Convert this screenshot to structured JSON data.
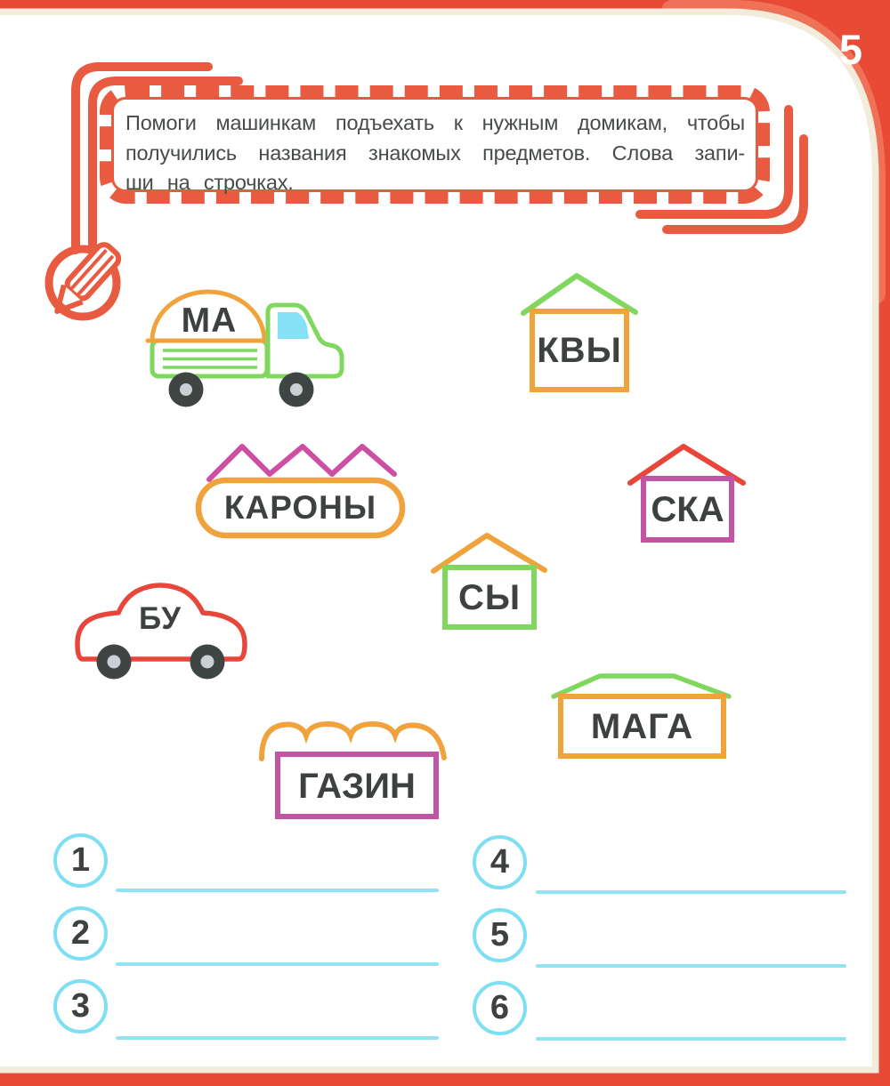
{
  "page_number": "5",
  "instruction": {
    "line1": "Помоги машинкам подъехать к нужным домикам, чтобы",
    "line2": "получились названия знакомых предметов. Слова запи-",
    "line3": "ши на строчках."
  },
  "pieces": {
    "truck": "МА",
    "car": "БУ",
    "house_kvy": "КВЫ",
    "crown_karony": "КАРОНЫ",
    "house_ska": "СКА",
    "house_sy": "СЫ",
    "house_maga": "МАГА",
    "shop_gazin": "ГАЗИН"
  },
  "answers": [
    "1",
    "2",
    "3",
    "4",
    "5",
    "6"
  ],
  "colors": {
    "frame_red": "#e84a35",
    "frame_salmon": "#ef7258",
    "frame_cream": "#f4ecdb",
    "accent_orange_red": "#e85b40",
    "shape_orange": "#f0a33c",
    "shape_green": "#7fd75e",
    "shape_magenta": "#c254a4",
    "shape_red": "#e8463a",
    "zigzag_pink": "#cc4fa4",
    "window_blue": "#85e1f6",
    "wheel_dark": "#3f4542",
    "wheel_hub": "#c9d1d5",
    "answer_cyan": "#7edff2",
    "ink": "#3d423f"
  }
}
